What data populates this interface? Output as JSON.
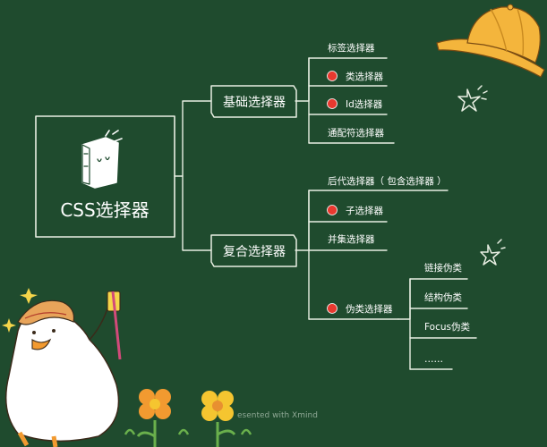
{
  "colors": {
    "board": "#1f4b2e",
    "chalk": "#e9efe3",
    "marker": "#e8392f",
    "hat": "#f4b53c",
    "flower": "#f29a30",
    "flower_yellow": "#f5c530"
  },
  "root": {
    "label": "CSS选择器"
  },
  "branches": [
    {
      "label": "基础选择器",
      "items": [
        {
          "label": "标签选择器",
          "marked": false
        },
        {
          "label": "类选择器",
          "marked": true
        },
        {
          "label": "Id选择器",
          "marked": true
        },
        {
          "label": "通配符选择器",
          "marked": false
        }
      ]
    },
    {
      "label": "复合选择器",
      "items": [
        {
          "label": "后代选择器（ 包含选择器 ）",
          "marked": false
        },
        {
          "label": "子选择器",
          "marked": true
        },
        {
          "label": "并集选择器",
          "marked": false
        },
        {
          "label": "伪类选择器",
          "marked": true,
          "children": [
            "链接伪类",
            "结构伪类",
            "Focus伪类",
            "……"
          ]
        }
      ]
    }
  ],
  "watermark": "esented with Xmind",
  "icons": [
    "book-icon",
    "hat-icon",
    "sparkle-icon",
    "duck-mascot-icon",
    "flower-icon"
  ]
}
